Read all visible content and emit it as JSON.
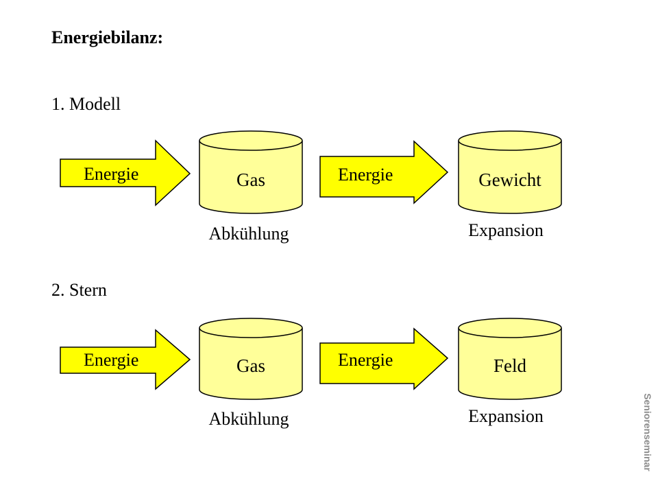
{
  "title": "Energiebilanz:",
  "side_text": "Seniorenseminar",
  "colors": {
    "arrow_fill": "#ffff00",
    "cylinder_fill": "#ffff99",
    "stroke": "#000000"
  },
  "models": [
    {
      "heading": "1. Modell",
      "arrow1_label": "Energie",
      "cylinder1_label": "Gas",
      "cylinder1_caption": "Abkühlung",
      "arrow2_label": "Energie",
      "cylinder2_label": "Gewicht",
      "cylinder2_caption": "Expansion"
    },
    {
      "heading": "2. Stern",
      "arrow1_label": "Energie",
      "cylinder1_label": "Gas",
      "cylinder1_caption": "Abkühlung",
      "arrow2_label": "Energie",
      "cylinder2_label": "Feld",
      "cylinder2_caption": "Expansion"
    }
  ]
}
